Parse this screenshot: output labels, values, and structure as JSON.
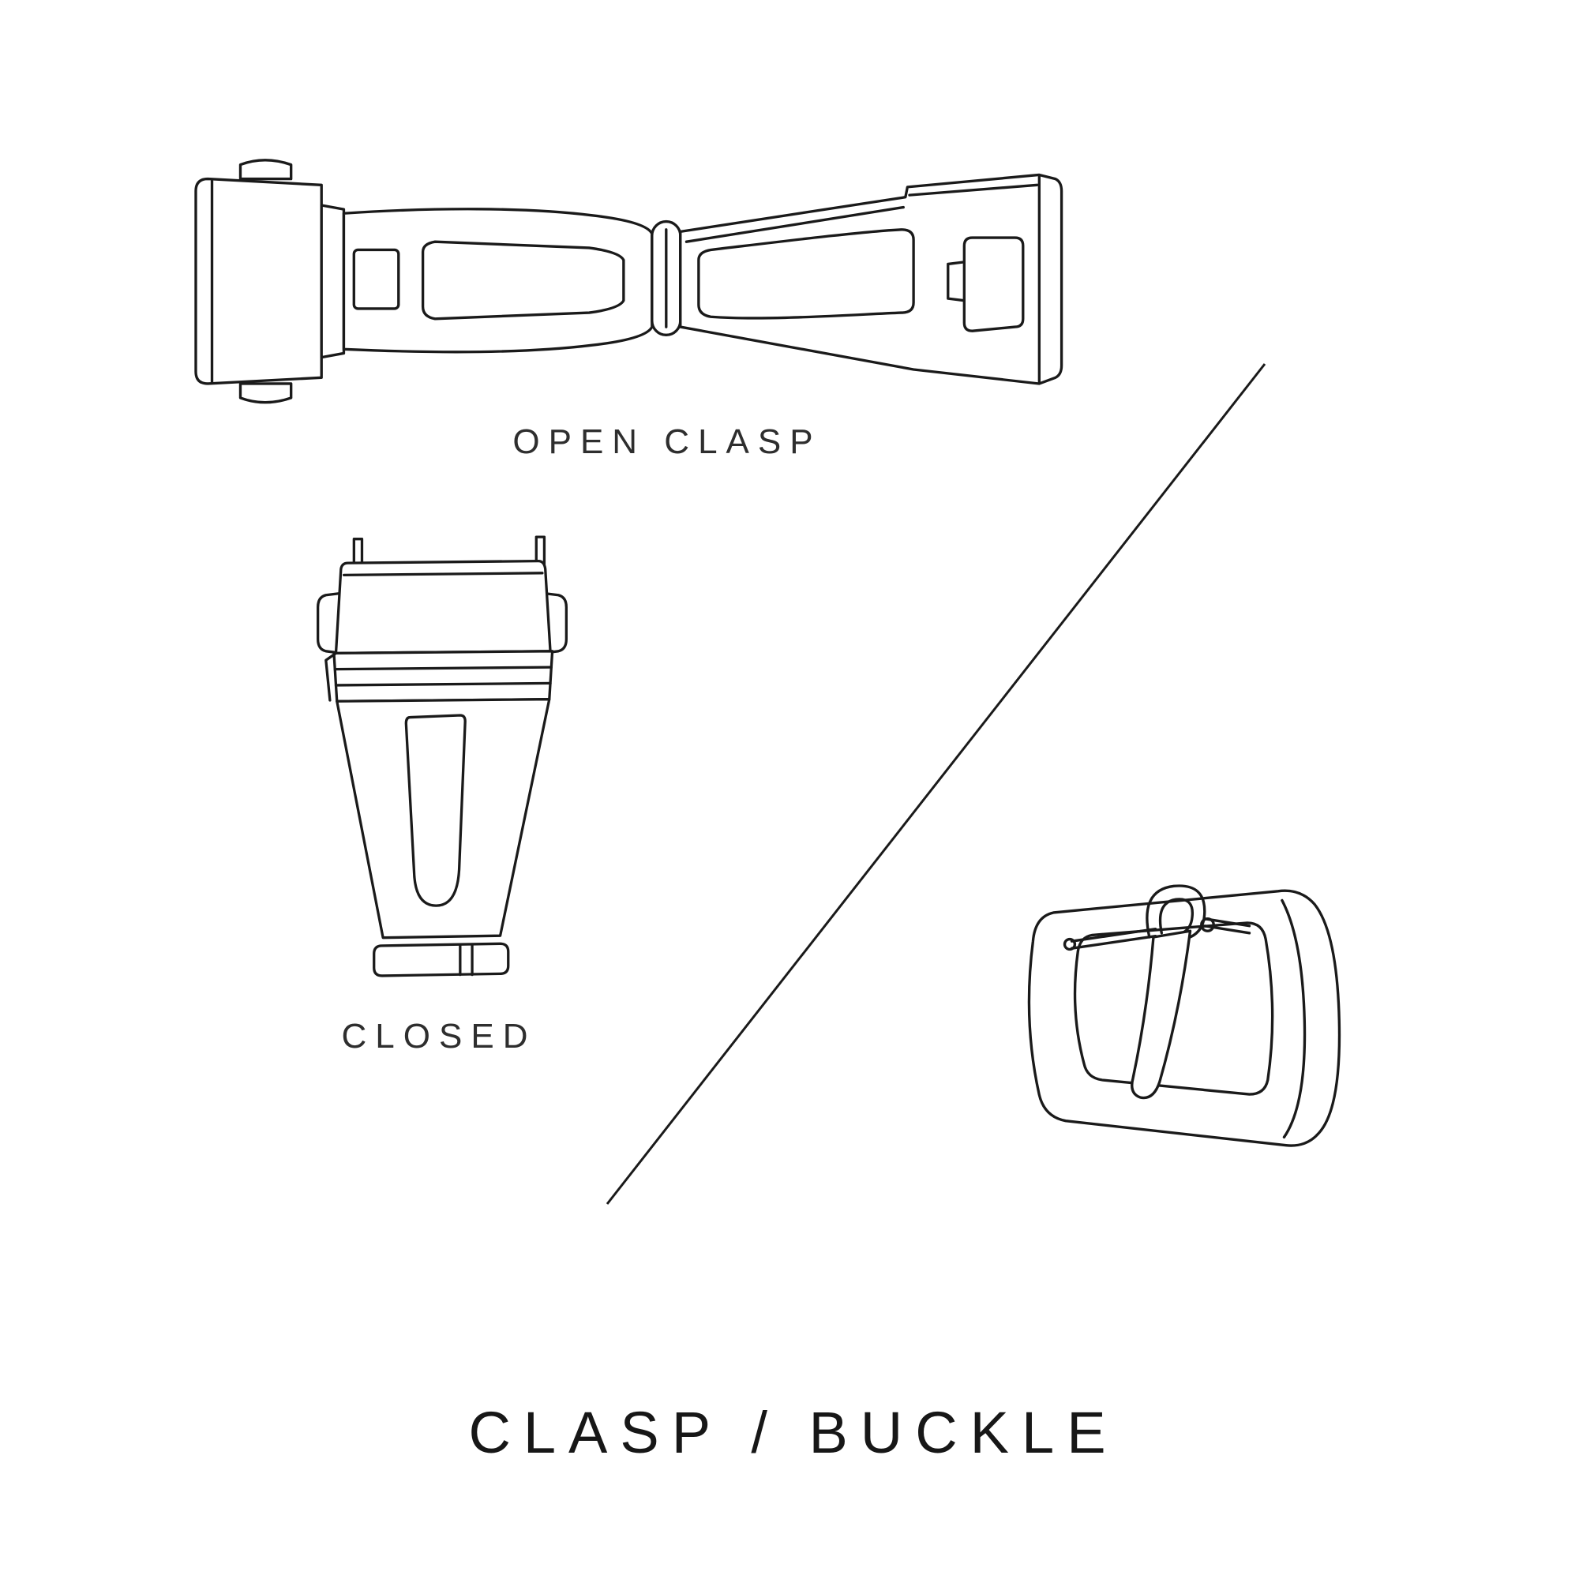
{
  "page": {
    "background_color": "#ffffff",
    "line_color": "#1a1a1a",
    "label_color": "#2e2e2e",
    "title_color": "#171717"
  },
  "diagram": {
    "title": "CLASP / BUCKLE",
    "labels": {
      "open_clasp": "OPEN CLASP",
      "closed": "CLOSED"
    },
    "illustrations": [
      {
        "id": "open-clasp-illustration",
        "caption": "OPEN CLASP"
      },
      {
        "id": "closed-clasp-illustration",
        "caption": "CLOSED"
      },
      {
        "id": "tang-buckle-illustration",
        "caption": ""
      }
    ],
    "divider": {
      "type": "diagonal-line"
    }
  }
}
